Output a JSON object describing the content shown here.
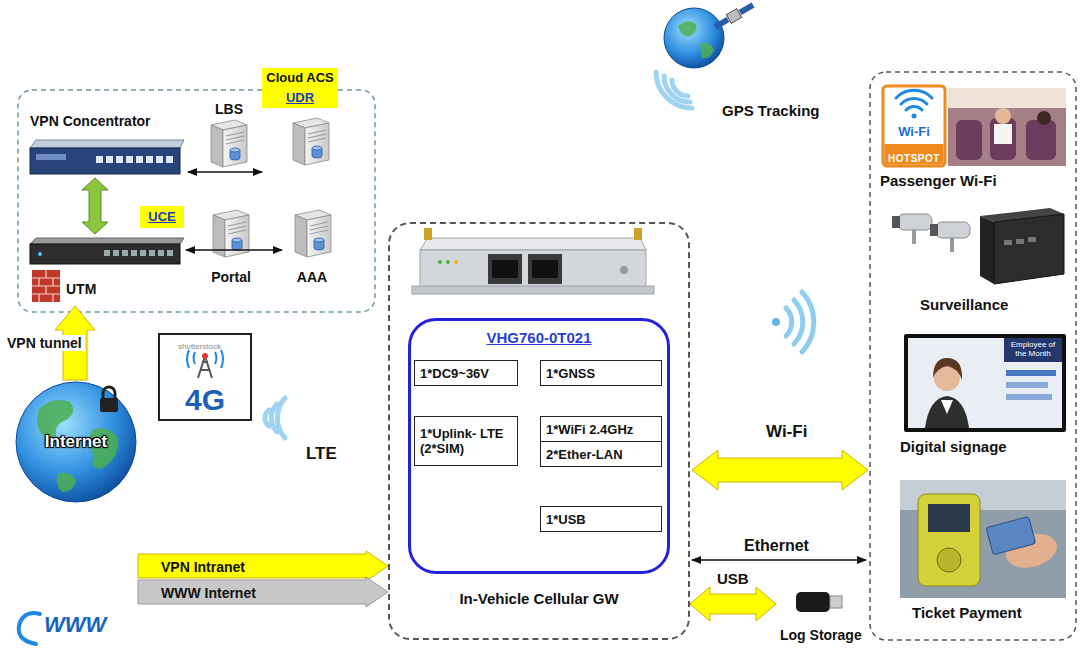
{
  "diagram": {
    "nodes": [
      {
        "text": [
          "VPN Concentrator"
        ]
      },
      {
        "text": [
          "UCE"
        ]
      },
      {
        "text": [
          "LBS"
        ]
      },
      {
        "text": [
          "Cloud ACS",
          "UDR"
        ]
      },
      {
        "text": [
          "UTM"
        ]
      },
      {
        "text": [
          "Portal"
        ]
      },
      {
        "text": [
          "AAA"
        ]
      },
      {
        "text": [
          "Internet"
        ]
      },
      {
        "text": [
          "4G"
        ]
      },
      {
        "text": [
          "GPS Tracking"
        ]
      },
      {
        "text": [
          "In-Vehicle Cellular GW"
        ]
      },
      {
        "text": [
          "VHG760-0T021"
        ],
        "in": 10
      },
      {
        "text": [
          "1*DC9~36V"
        ],
        "in": 11
      },
      {
        "text": [
          "1*GNSS"
        ],
        "in": 11
      },
      {
        "text": [
          "1*Uplink- LTE (2*SIM)"
        ],
        "in": 11
      },
      {
        "text": [
          "1*WiFi 2.4GHz"
        ],
        "in": 11
      },
      {
        "text": [
          "2*Ether-LAN"
        ],
        "in": 11
      },
      {
        "text": [
          "1*USB"
        ],
        "in": 11
      },
      {
        "text": [
          "Log Storage"
        ]
      },
      {
        "text": [
          "Wi-Fi",
          "HOTSPOT",
          "Passenger Wi-Fi"
        ]
      },
      {
        "text": [
          "Surveillance"
        ]
      },
      {
        "text": [
          "Employee of the Month",
          "Digital signage"
        ]
      },
      {
        "text": [
          "Ticket Payment"
        ]
      }
    ],
    "edges": [
      {
        "from": 0,
        "to": 4,
        "arrow": "both"
      },
      {
        "from": 0,
        "to": 3,
        "arrow": "both"
      },
      {
        "from": 4,
        "to": 6,
        "arrow": "both"
      },
      {
        "from": 7,
        "to": 4,
        "arrow": "to",
        "label": "VPN tunnel"
      },
      {
        "from": 7,
        "to": 10,
        "arrow": "to",
        "label": "VPN Intranet"
      },
      {
        "from": 7,
        "to": 10,
        "arrow": "to",
        "label": "WWW Internet"
      },
      {
        "from": 10,
        "to": 18,
        "arrow": "both",
        "label": "USB"
      }
    ],
    "labels": [
      "LTE",
      "Wi-Fi",
      "Ethernet",
      "WWW",
      "shutterstock"
    ]
  }
}
